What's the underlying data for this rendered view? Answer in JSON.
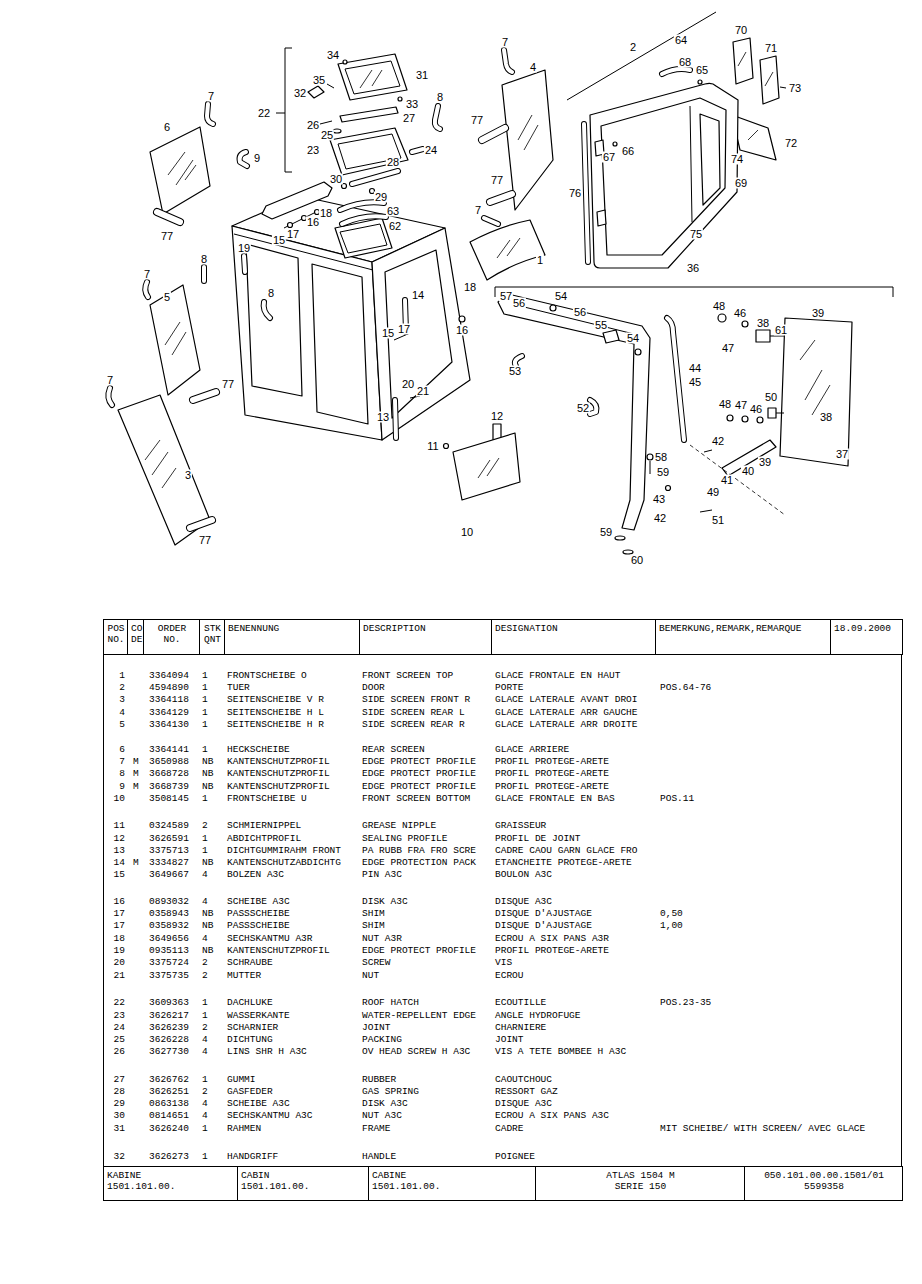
{
  "diagram": {
    "nodes": [
      {
        "text": [
          "POS NO."
        ]
      },
      {
        "text": [
          "CO DE"
        ]
      },
      {
        "text": [
          "ORDER NO."
        ]
      },
      {
        "text": [
          "STK QNT"
        ]
      },
      {
        "text": [
          "BENENNUNG"
        ]
      },
      {
        "text": [
          "DESCRIPTION"
        ]
      },
      {
        "text": [
          "DESIGNATION"
        ]
      },
      {
        "text": [
          "BEMERKUNG,REMARK,REMARQUE"
        ]
      },
      {
        "text": [
          "18.09.2000"
        ]
      },
      {
        "text": [
          "KABINE",
          "1501.101.00."
        ]
      },
      {
        "text": [
          "CABIN",
          "1501.101.00."
        ]
      },
      {
        "text": [
          "CABINE",
          "1501.101.00."
        ]
      },
      {
        "text": [
          "ATLAS 1504 M",
          "SERIE 150"
        ]
      },
      {
        "text": [
          "050.101.00.00.1501/01",
          "5599358"
        ]
      }
    ],
    "labels": [
      "34",
      "31",
      "35",
      "32",
      "33",
      "22",
      "26",
      "27",
      "25",
      "23",
      "24",
      "28",
      "30",
      "29",
      "63",
      "62",
      "18",
      "16",
      "17",
      "15",
      "7",
      "6",
      "8",
      "9",
      "77",
      "7",
      "4",
      "77",
      "77",
      "7",
      "1",
      "2",
      "64",
      "70",
      "71",
      "68",
      "65",
      "73",
      "72",
      "67",
      "66",
      "74",
      "76",
      "69",
      "75",
      "36",
      "19",
      "8",
      "7",
      "5",
      "8",
      "14",
      "18",
      "16",
      "17",
      "15",
      "20",
      "21",
      "13",
      "7",
      "77",
      "3",
      "77",
      "12",
      "11",
      "10",
      "57",
      "56",
      "54",
      "56",
      "55",
      "54",
      "53",
      "52",
      "48",
      "46",
      "38",
      "61",
      "47",
      "39",
      "44",
      "45",
      "50",
      "48",
      "47",
      "46",
      "38",
      "42",
      "39",
      "40",
      "41",
      "37",
      "49",
      "58",
      "59",
      "43",
      "42",
      "51",
      "59",
      "60",
      "1",
      "3364094",
      "1",
      "FRONTSCHEIBE O",
      "FRONT SCREEN TOP",
      "GLACE FRONTALE EN HAUT",
      "2",
      "4594890",
      "1",
      "TUER",
      "DOOR",
      "PORTE",
      "POS.64-76",
      "3",
      "3364118",
      "1",
      "SEITENSCHEIBE V R",
      "SIDE SCREEN FRONT R",
      "GLACE LATERALE AVANT DROI",
      "4",
      "3364129",
      "1",
      "SEITENSCHEIBE H L",
      "SIDE SCREEN REAR L",
      "GLACE LATERALE ARR GAUCHE",
      "5",
      "3364130",
      "1",
      "SEITENSCHEIBE H R",
      "SIDE SCREEN REAR R",
      "GLACE LATERALE ARR DROITE",
      "6",
      "3364141",
      "1",
      "HECKSCHEIBE",
      "REAR SCREEN",
      "GLACE ARRIERE",
      "7",
      "M",
      "3650988",
      "NB",
      "KANTENSCHUTZPROFIL",
      "EDGE PROTECT PROFILE",
      "PROFIL PROTEGE-ARETE",
      "8",
      "M",
      "3668728",
      "NB",
      "KANTENSCHUTZPROFIL",
      "EDGE PROTECT PROFILE",
      "PROFIL PROTEGE-ARETE",
      "9",
      "M",
      "3668739",
      "NB",
      "KANTENSCHUTZPROFIL",
      "EDGE PROTECT PROFILE",
      "PROFIL PROTEGE-ARETE",
      "10",
      "3508145",
      "1",
      "FRONTSCHEIBE U",
      "FRONT SCREEN BOTTOM",
      "GLACE FRONTALE EN BAS",
      "POS.11",
      "11",
      "0324589",
      "2",
      "SCHMIERNIPPEL",
      "GREASE NIPPLE",
      "GRAISSEUR",
      "12",
      "3626591",
      "1",
      "ABDICHTPROFIL",
      "SEALING PROFILE",
      "PROFIL DE JOINT",
      "13",
      "3375713",
      "1",
      "DICHTGUMMIRAHM FRONT",
      "PA RUBB FRA FRO SCRE",
      "CADRE CAOU GARN GLACE FRO",
      "14",
      "M",
      "3334827",
      "NB",
      "KANTENSCHUTZABDICHTG",
      "EDGE PROTECTION PACK",
      "ETANCHEITE PROTEGE-ARETE",
      "15",
      "3649667",
      "4",
      "BOLZEN A3C",
      "PIN A3C",
      "BOULON A3C",
      "16",
      "0893032",
      "4",
      "SCHEIBE A3C",
      "DISK A3C",
      "DISQUE A3C",
      "17",
      "0358943",
      "NB",
      "PASSSCHEIBE",
      "SHIM",
      "DISQUE D'AJUSTAGE",
      "0,50",
      "17",
      "0358932",
      "NB",
      "PASSSCHEIBE",
      "SHIM",
      "DISQUE D'AJUSTAGE",
      "1,00",
      "18",
      "3649656",
      "4",
      "SECHSKANTMU A3R",
      "NUT A3R",
      "ECROU A SIX PANS A3R",
      "19",
      "0935113",
      "NB",
      "KANTENSCHUTZPROFIL",
      "EDGE PROTECT PROFILE",
      "PROFIL PROTEGE-ARETE",
      "20",
      "3375724",
      "2",
      "SCHRAUBE",
      "SCREW",
      "VIS",
      "21",
      "3375735",
      "2",
      "MUTTER",
      "NUT",
      "ECROU",
      "22",
      "3609363",
      "1",
      "DACHLUKE",
      "ROOF HATCH",
      "ECOUTILLE",
      "POS.23-35",
      "23",
      "3626217",
      "1",
      "WASSERKANTE",
      "WATER-REPELLENT EDGE",
      "ANGLE HYDROFUGE",
      "24",
      "3626239",
      "2",
      "SCHARNIER",
      "JOINT",
      "CHARNIERE",
      "25",
      "3626228",
      "4",
      "DICHTUNG",
      "PACKING",
      "JOINT",
      "26",
      "3627730",
      "4",
      "LINS SHR H A3C",
      "OV HEAD SCREW H A3C",
      "VIS A TETE BOMBEE H A3C",
      "27",
      "3626762",
      "1",
      "GUMMI",
      "RUBBER",
      "CAOUTCHOUC",
      "28",
      "3626251",
      "2",
      "GASFEDER",
      "GAS SPRING",
      "RESSORT GAZ",
      "29",
      "0863138",
      "4",
      "SCHEIBE A3C",
      "DISK A3C",
      "DISQUE A3C",
      "30",
      "0814651",
      "4",
      "SECHSKANTMU A3C",
      "NUT A3C",
      "ECROU A SIX PANS A3C",
      "31",
      "3626240",
      "1",
      "RAHMEN",
      "FRAME",
      "CADRE",
      "MIT SCHEIBE/ WITH SCREEN/ AVEC GLACE",
      "32",
      "3626273",
      "1",
      "HANDGRIFF",
      "HANDLE",
      "POIGNEE"
    ]
  }
}
